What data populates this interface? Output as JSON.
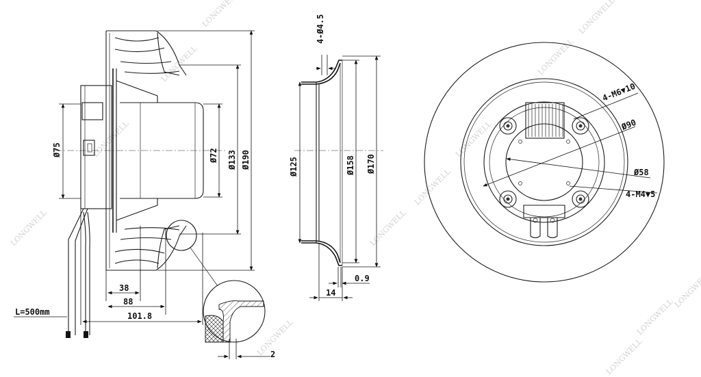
{
  "watermark": "LONGWELL",
  "side_view": {
    "diameters": {
      "d75": "Ø75",
      "d72": "Ø72",
      "d133": "Ø133",
      "d190": "Ø190"
    },
    "lengths": {
      "l38": "38",
      "l88": "88",
      "l101_8": "101.8"
    },
    "cable_length": "L=500mm",
    "detail_gap": "2"
  },
  "section_view": {
    "holes": "4-Ø4.5",
    "diameters": {
      "d125": "Ø125",
      "d158": "Ø158",
      "d170": "Ø170"
    },
    "thickness": "0.9",
    "depth": "14"
  },
  "front_view": {
    "thread_outer": "4-M6▼10",
    "bolt_circle": "Ø90",
    "inner_bore": "Ø58",
    "thread_inner": "4-M4▼5"
  }
}
